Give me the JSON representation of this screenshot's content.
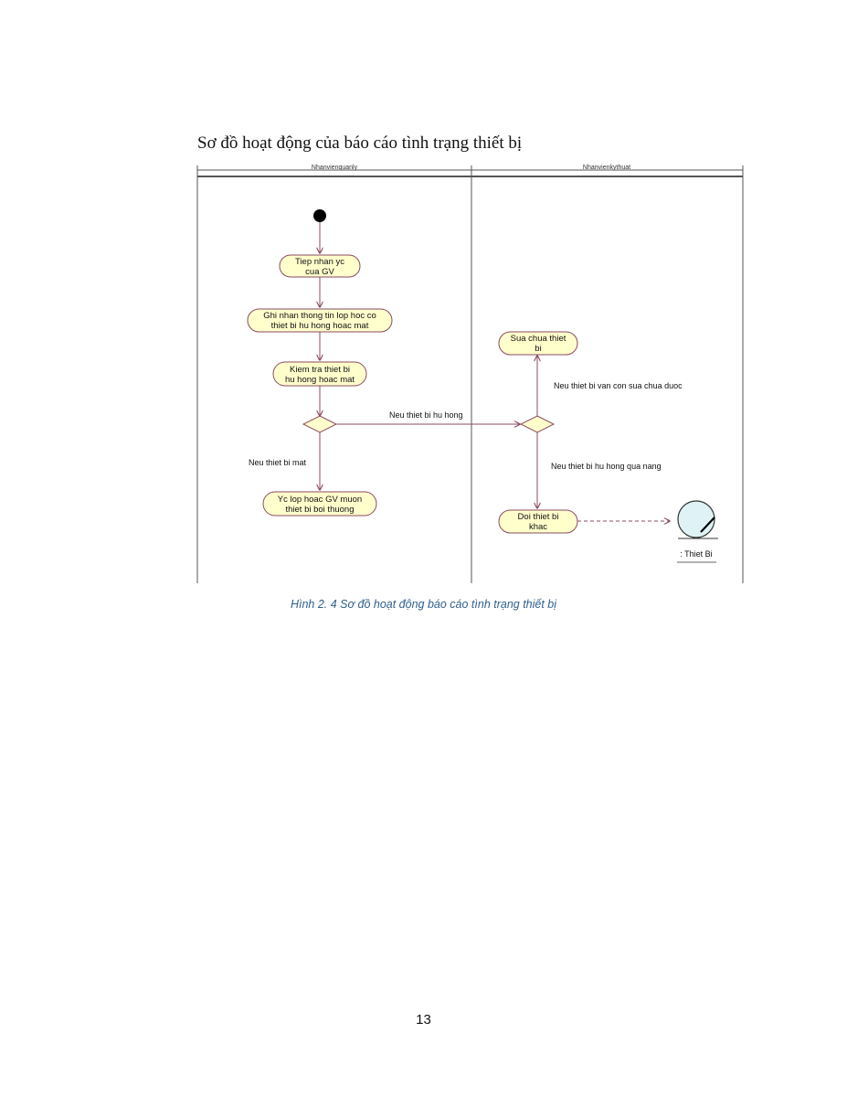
{
  "heading": "Sơ đồ hoạt động của báo cáo tình trạng thiết bị",
  "diagram": {
    "lanes": [
      "Nhanvienquanly",
      "Nhanvienkythuat"
    ],
    "activities": [
      {
        "id": "a1",
        "lines": [
          "Tiep nhan yc",
          "cua GV"
        ]
      },
      {
        "id": "a2",
        "lines": [
          "Ghi nhan thong tin lop hoc co",
          "thiet bi hu hong hoac mat"
        ]
      },
      {
        "id": "a3",
        "lines": [
          "Kiem tra thiet bi",
          "hu hong hoac mat"
        ]
      },
      {
        "id": "a4",
        "lines": [
          "Yc lop hoac GV muon",
          "thiet bi boi thuong"
        ]
      },
      {
        "id": "a5",
        "lines": [
          "Sua chua thiet",
          "bi"
        ]
      },
      {
        "id": "a6",
        "lines": [
          "Doi thiet bi",
          "khac"
        ]
      }
    ],
    "guards": {
      "hu_hong": "Neu thiet bi hu hong",
      "mat": "Neu thiet bi mat",
      "van_con": "Neu thiet bi van con sua chua duoc",
      "qua_nang": "Neu thiet bi hu hong qua nang"
    },
    "entity": ": Thiet Bi",
    "colors": {
      "activity_fill": "#ffffcc",
      "activity_stroke": "#8a4b62",
      "arrow": "#8a4b62",
      "lane_line": "#555555"
    }
  },
  "caption": "Hình 2. 4 Sơ đồ hoạt động báo cáo tình trạng thiết bị",
  "page_number": "13"
}
